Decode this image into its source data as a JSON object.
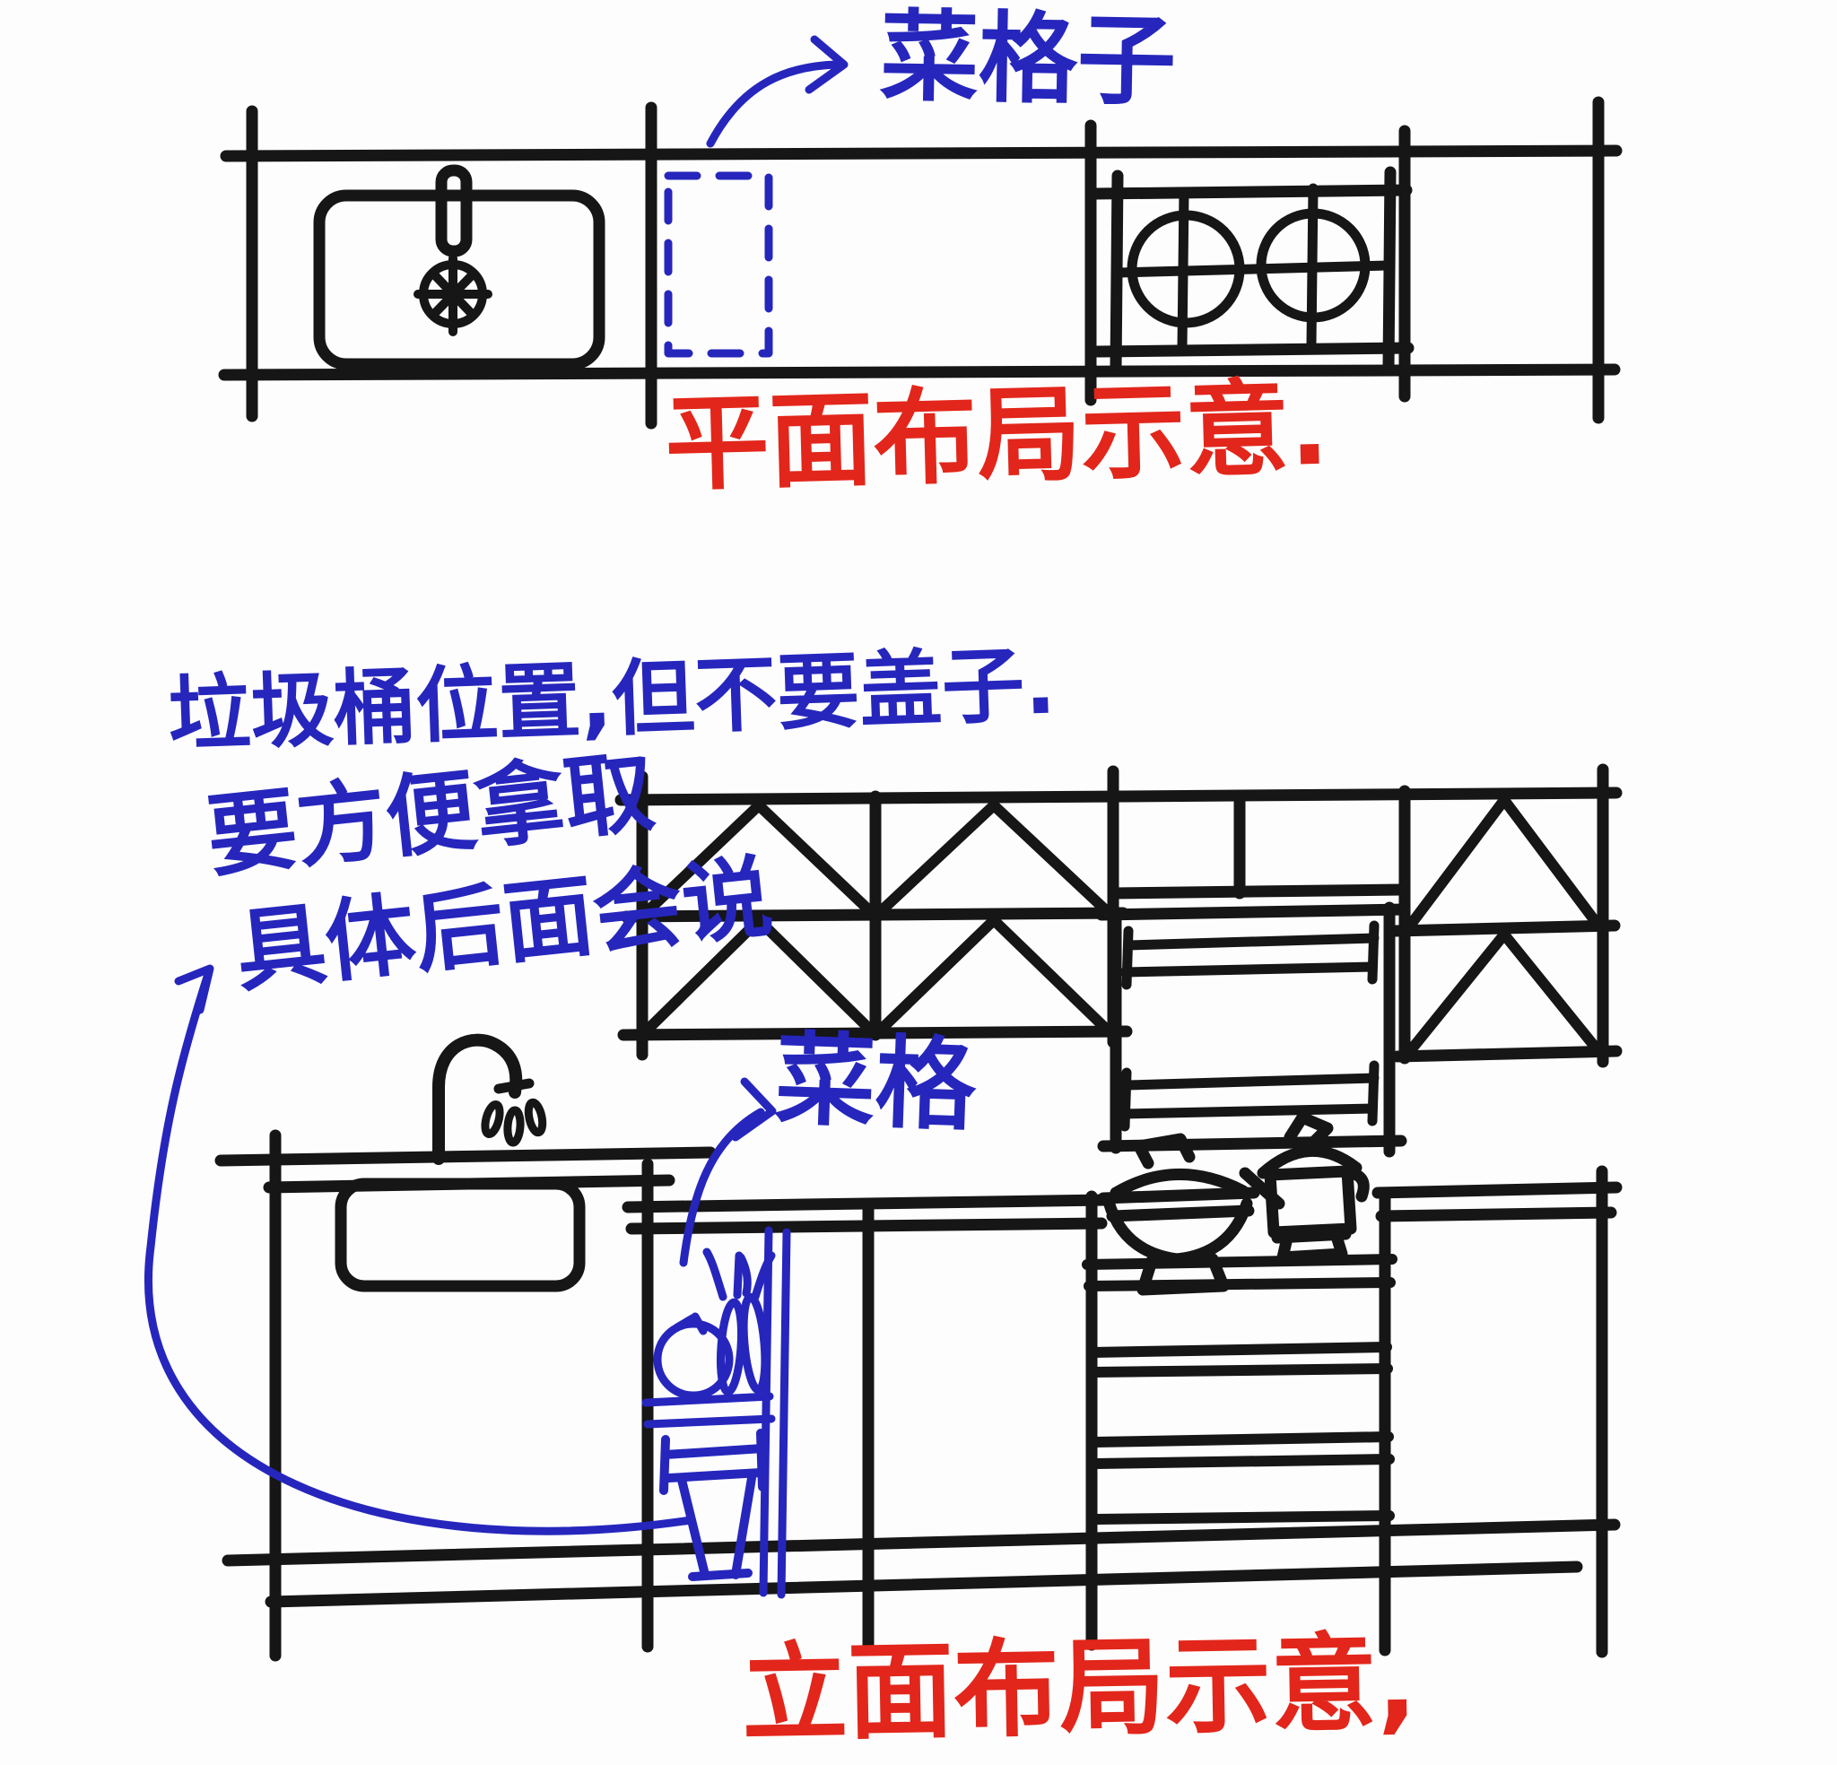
{
  "colors": {
    "ink": "#161616",
    "blue": "#2626bd",
    "red": "#e2261b",
    "background": "#fdfdfd"
  },
  "plan_view": {
    "title": "平面布局示意.",
    "vegetable_box_label": "菜格子",
    "figures": [
      "counter",
      "sink-with-faucet-and-drain",
      "vegetable-box-dashed",
      "two-burner-stove"
    ]
  },
  "elevation_view": {
    "title": "立面布局示意,",
    "vegetable_rack_label": "菜格",
    "trash_note_line1": "垃圾桶位置,但不要盖子.",
    "trash_note_line2": "要方便拿取",
    "trash_note_line3": "具体后面会说",
    "figures": [
      "upper-cabinets-triangle-doors",
      "range-hood",
      "gooseneck-faucet",
      "sink-basin",
      "vegetable-rack-with-produce",
      "trash-bin",
      "wok-on-stove",
      "pot-on-stove",
      "drawer-stack",
      "tall-right-cabinet"
    ]
  }
}
